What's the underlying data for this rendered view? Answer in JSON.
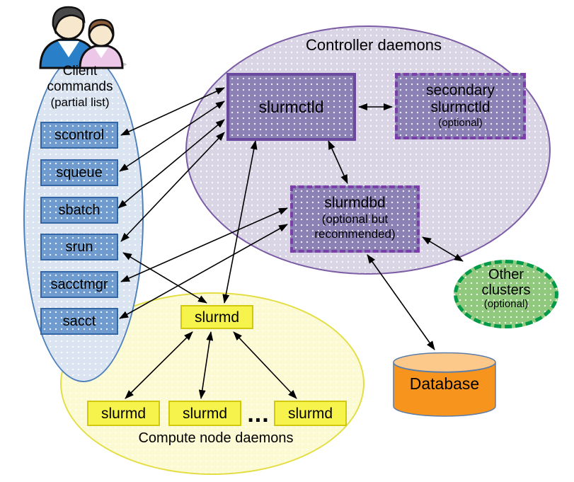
{
  "client": {
    "title_line1": "Client",
    "title_line2": "commands",
    "title_line3": "(partial list)",
    "items": [
      "scontrol",
      "squeue",
      "sbatch",
      "srun",
      "sacctmgr",
      "sacct"
    ]
  },
  "controller": {
    "title": "Controller daemons",
    "slurmctld_label": "slurmctld",
    "secondary_line1": "secondary",
    "secondary_line2": "slurmctld",
    "secondary_line3": "(optional)",
    "slurmdbd_line1": "slurmdbd",
    "slurmdbd_line2": "(optional but",
    "slurmdbd_line3": "recommended)"
  },
  "compute": {
    "title": "Compute node daemons",
    "head_label": "slurmd",
    "nodes": [
      "slurmd",
      "slurmd",
      "slurmd"
    ],
    "ellipsis": "..."
  },
  "other_clusters": {
    "line1": "Other",
    "line2": "clusters",
    "line3": "(optional)"
  },
  "database": {
    "label": "Database"
  },
  "edges": [
    {
      "from": "scontrol",
      "to": "slurmctld",
      "bidirectional": true
    },
    {
      "from": "squeue",
      "to": "slurmctld",
      "bidirectional": true
    },
    {
      "from": "sbatch",
      "to": "slurmctld",
      "bidirectional": true
    },
    {
      "from": "srun",
      "to": "slurmctld",
      "bidirectional": true
    },
    {
      "from": "srun",
      "to": "slurmd",
      "bidirectional": true
    },
    {
      "from": "sacctmgr",
      "to": "slurmdbd",
      "bidirectional": true
    },
    {
      "from": "sacct",
      "to": "slurmdbd",
      "bidirectional": true
    },
    {
      "from": "slurmctld",
      "to": "secondary slurmctld",
      "bidirectional": true
    },
    {
      "from": "slurmctld",
      "to": "slurmdbd",
      "bidirectional": true
    },
    {
      "from": "slurmctld",
      "to": "slurmd",
      "bidirectional": true
    },
    {
      "from": "slurmd",
      "to": "slurmd-node-1",
      "bidirectional": true
    },
    {
      "from": "slurmd",
      "to": "slurmd-node-2",
      "bidirectional": true
    },
    {
      "from": "slurmd",
      "to": "slurmd-node-3",
      "bidirectional": true
    },
    {
      "from": "slurmdbd",
      "to": "Database",
      "bidirectional": true
    },
    {
      "from": "slurmdbd",
      "to": "Other clusters",
      "bidirectional": true
    }
  ],
  "colors": {
    "blue_ellipse_fill": "#dbe4f1",
    "blue_ellipse_border": "#4f81bd",
    "blue_box_fill": "#6f9bce",
    "blue_box_border": "#3465a4",
    "purple_ellipse_fill": "#d9d5e5",
    "purple_ellipse_border": "#7b5ca5",
    "purple_box_fill": "#8c81b4",
    "purple_box_solid_border": "#6b4a9e",
    "purple_box_dashed_border": "#7a3fa8",
    "yellow_ellipse_fill": "#fcfad2",
    "yellow_box_fill": "#f7f34d",
    "green_ellipse_fill": "#90c97e",
    "green_ellipse_border": "#009a49",
    "database_body": "#f7941e",
    "database_top": "#fcc98b",
    "arrow": "#000000"
  }
}
